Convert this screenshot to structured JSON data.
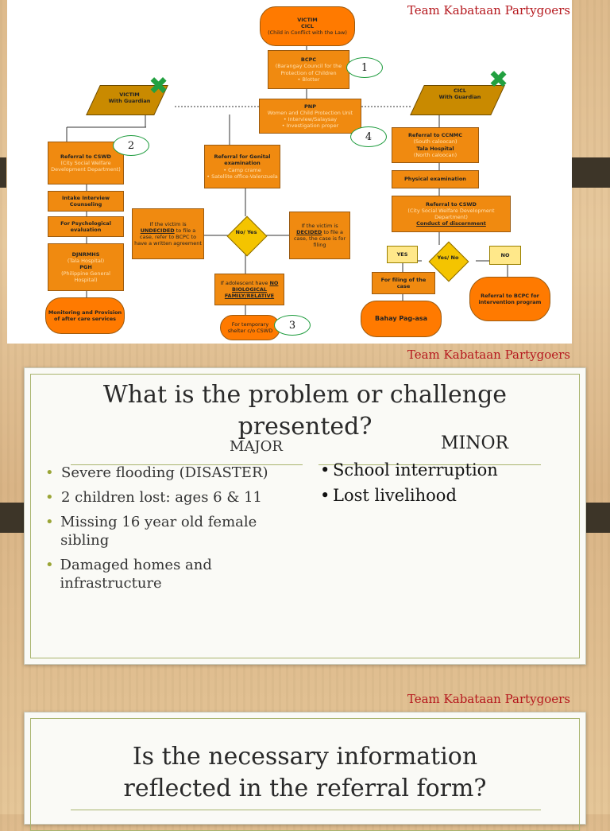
{
  "team_label": "Team Kabataan Partygoers",
  "flow": {
    "victim_cicl": {
      "title": "VICTIM",
      "line2": "CICL",
      "line3": "(Child in Conflict with the Law)"
    },
    "bcpc": {
      "title": "BCPC",
      "line2": "(Barangay Council for the Protection of Children",
      "bullet": "Blotter"
    },
    "pnp": {
      "title": "PNP",
      "line2": "Women and Child Protection Unit",
      "bullet1": "Interview/Salaysay",
      "bullet2": "Investigation proper"
    },
    "victim_guardian": {
      "line1": "VICTIM",
      "line2": "With Guardian"
    },
    "cicl_guardian": {
      "line1": "CICL",
      "line2": "With Guardian"
    },
    "referral_cswd": {
      "title": "Referral to CSWD",
      "sub": "(City Social Welfare Development Department)"
    },
    "intake": "Intake Interview Counseling",
    "psych": "For Psychological evaluation",
    "djnrmhs": {
      "title": "DJNRMHS",
      "sub1": "(Tala Hospital)",
      "title2": "PGH",
      "sub2": "(Philippine General Hospital)"
    },
    "monitoring": "Monitoring and Provision of after care services",
    "genital": {
      "title": "Referral for Genital examination",
      "b1": "Camp crame",
      "b2": "Satellite office-Valenzuela"
    },
    "undecided": {
      "p1": "If the victim is ",
      "key": "UNDECIDED",
      "p2": " to file a case, refer to BCPC to have a written agreement"
    },
    "decided": {
      "p1": "If the victim is ",
      "key": "DECIDED",
      "p2": " to file a case, the case is for filing"
    },
    "noyes": "No/ Yes",
    "adolescent": {
      "p1": "If adolescent have ",
      "key": "NO BIOLOGICAL FAMILY/RELATIVE"
    },
    "shelter": "For temporary shelter c/o CSWD",
    "ccnmc": {
      "title": "Referral to CCNMC",
      "sub": "(South caloocan)",
      "title2": "Tala Hospital",
      "sub2": "(North caloocan)"
    },
    "physical": "Physical examination",
    "cswd_right": {
      "title": "Referral to CSWD",
      "sub": "(City Social Welfare Development Department)",
      "key": "Conduct of discernment"
    },
    "yes": "YES",
    "no": "NO",
    "yesno": "Yes/ No",
    "filing": "For filing of the case",
    "bahay": "Bahay Pag-asa",
    "bcpc_intervention": "Referral to BCPC for intervention program",
    "callouts": [
      "1",
      "2",
      "3",
      "4"
    ],
    "x_icon": "✖"
  },
  "slide2": {
    "title": "What is the problem or challenge presented?",
    "major_label": "MAJOR",
    "minor_label": "MINOR",
    "major": [
      "Severe flooding (DISASTER)",
      "2 children lost: ages 6 & 11",
      "Missing 16 year old female sibling",
      "Damaged homes and infrastructure"
    ],
    "minor": [
      "School interruption",
      "Lost livelihood"
    ]
  },
  "slide3": {
    "title": "Is the necessary information reflected in the referral form?"
  }
}
